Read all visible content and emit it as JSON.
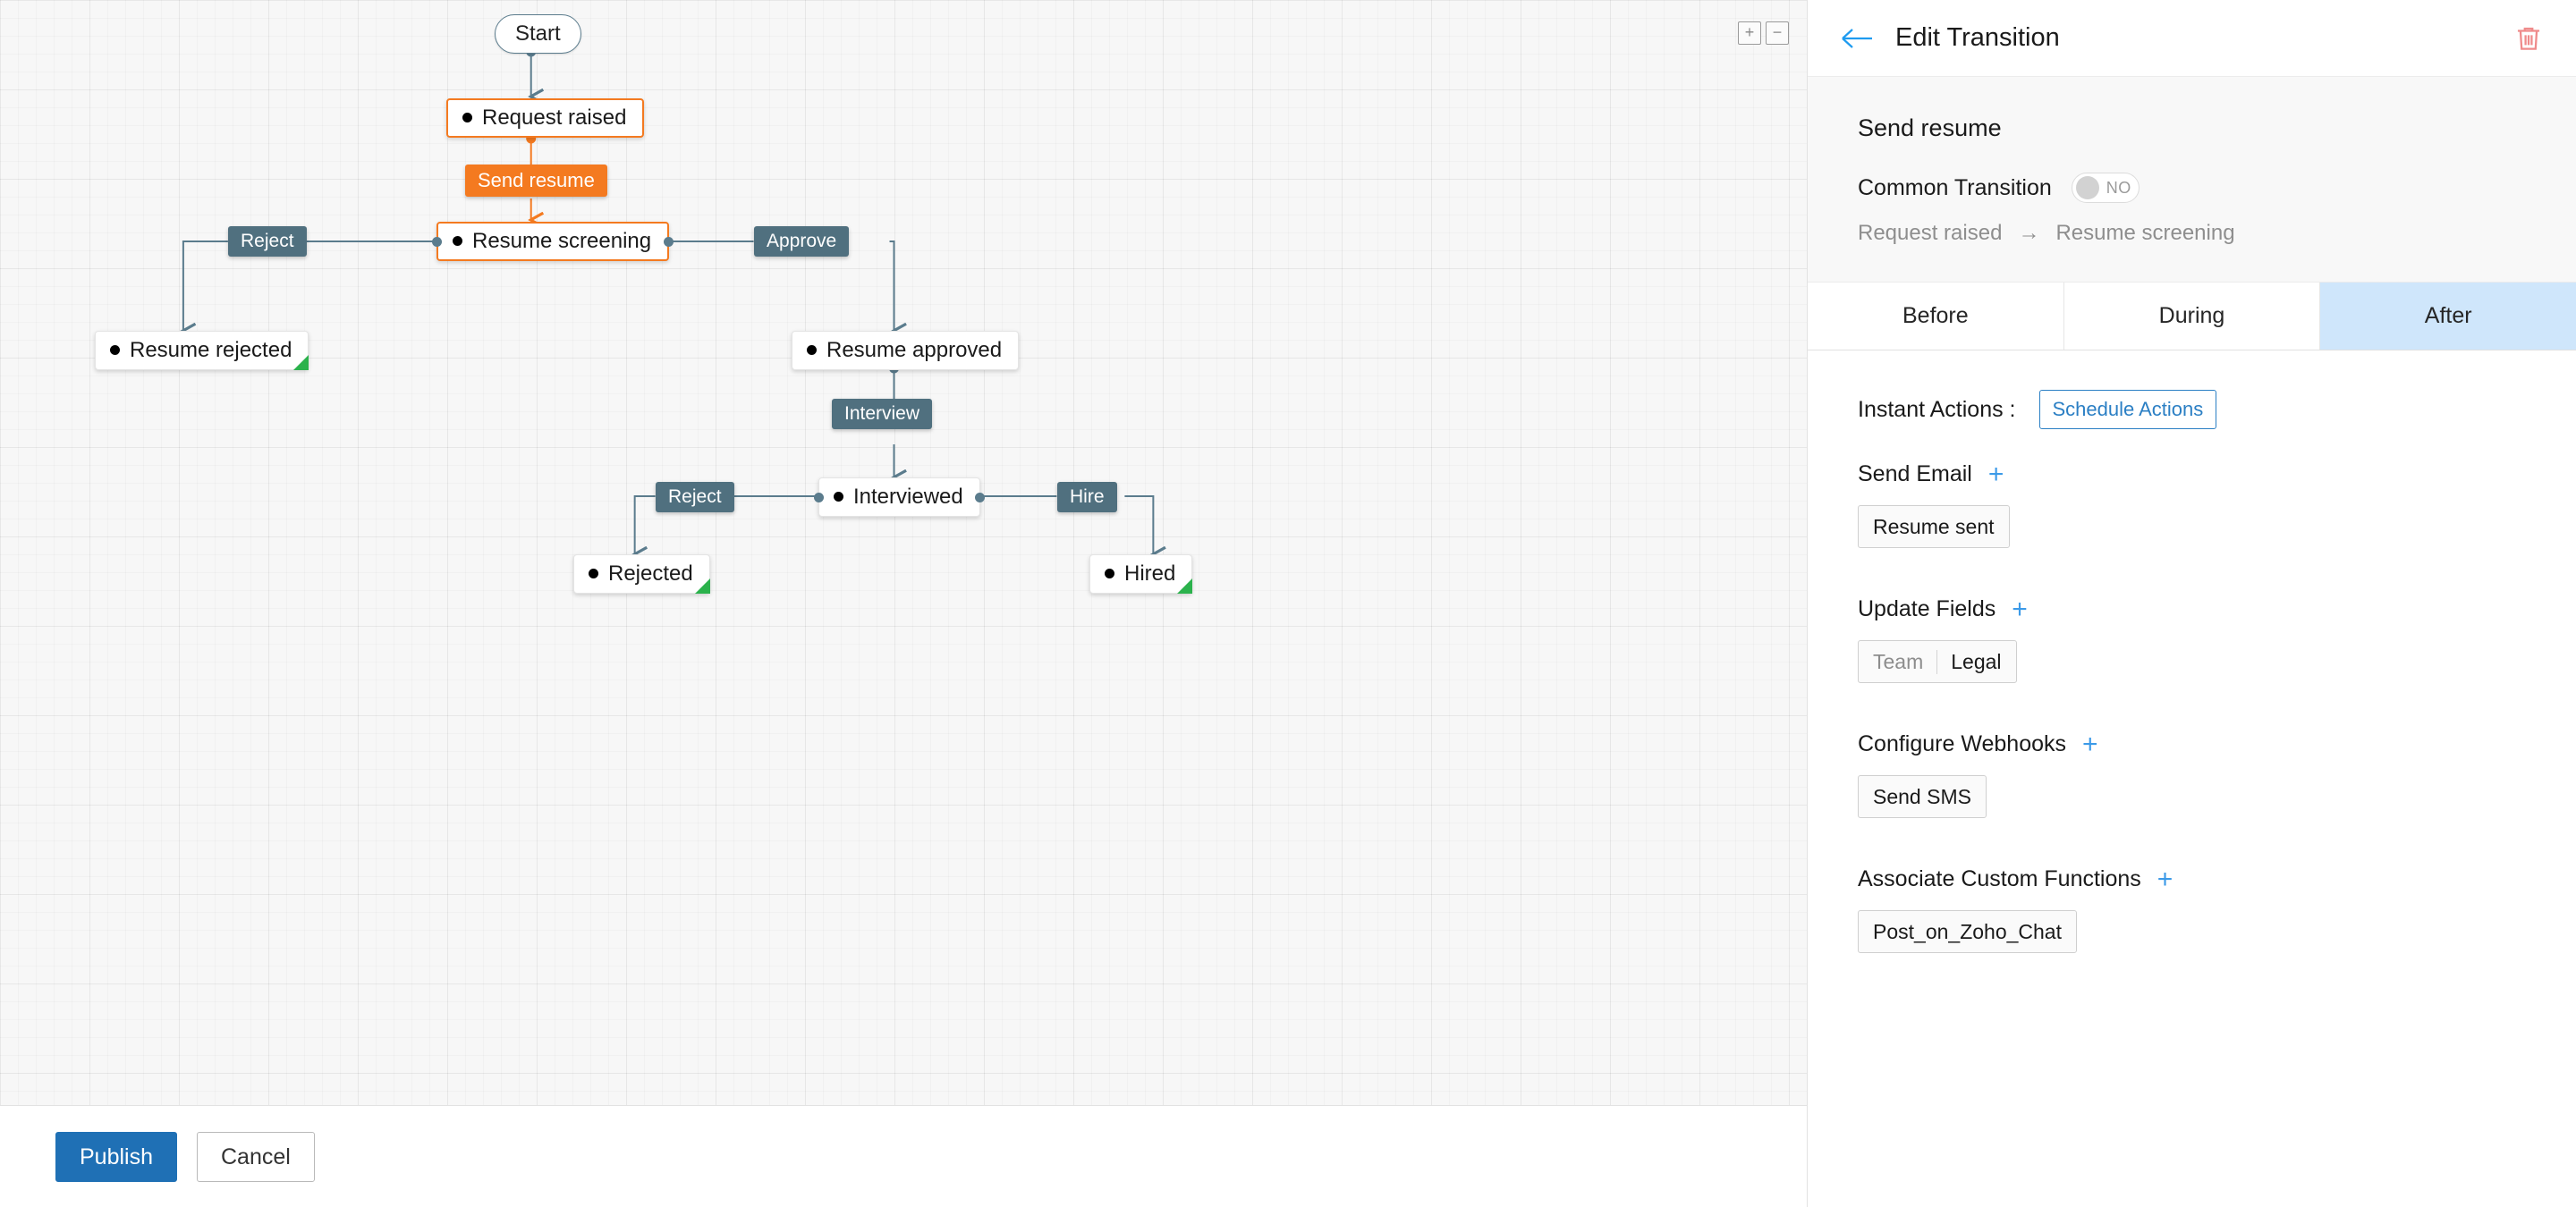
{
  "canvas": {
    "zoom_in_label": "+",
    "zoom_out_label": "−",
    "states": [
      {
        "id": "start",
        "label": "Start",
        "kind": "start"
      },
      {
        "id": "request_raised",
        "label": "Request raised",
        "kind": "state-selected"
      },
      {
        "id": "resume_screening",
        "label": "Resume screening",
        "kind": "state-selected"
      },
      {
        "id": "resume_rejected",
        "label": "Resume rejected",
        "kind": "state-terminal"
      },
      {
        "id": "resume_approved",
        "label": "Resume approved",
        "kind": "state"
      },
      {
        "id": "interviewed",
        "label": "Interviewed",
        "kind": "state"
      },
      {
        "id": "rejected",
        "label": "Rejected",
        "kind": "state-terminal"
      },
      {
        "id": "hired",
        "label": "Hired",
        "kind": "state-terminal"
      }
    ],
    "transitions": [
      {
        "id": "send_resume",
        "label": "Send resume",
        "selected": true
      },
      {
        "id": "reject_1",
        "label": "Reject",
        "selected": false
      },
      {
        "id": "approve",
        "label": "Approve",
        "selected": false
      },
      {
        "id": "interview",
        "label": "Interview",
        "selected": false
      },
      {
        "id": "reject_2",
        "label": "Reject",
        "selected": false
      },
      {
        "id": "hire",
        "label": "Hire",
        "selected": false
      }
    ],
    "footer": {
      "publish_label": "Publish",
      "cancel_label": "Cancel"
    },
    "colors": {
      "selected_orange": "#f47a20",
      "transition_teal": "#50707f",
      "terminal_green": "#2bb24c",
      "publish_blue": "#1f70b5"
    }
  },
  "panel": {
    "title": "Edit Transition",
    "transition_name": "Send resume",
    "common_transition": {
      "label": "Common Transition",
      "value": "NO",
      "enabled": false
    },
    "flow": {
      "from": "Request raised",
      "arrow": "→",
      "to": "Resume screening"
    },
    "tabs": [
      {
        "id": "before",
        "label": "Before",
        "active": false
      },
      {
        "id": "during",
        "label": "During",
        "active": false
      },
      {
        "id": "after",
        "label": "After",
        "active": true
      }
    ],
    "instant_actions": {
      "label": "Instant Actions :",
      "schedule_button": "Schedule Actions"
    },
    "sections": [
      {
        "id": "send_email",
        "title": "Send Email",
        "add": "+",
        "chip": {
          "type": "simple",
          "text": "Resume sent"
        }
      },
      {
        "id": "update_fields",
        "title": "Update Fields",
        "add": "+",
        "chip": {
          "type": "kv",
          "key": "Team",
          "value": "Legal"
        }
      },
      {
        "id": "configure_webhooks",
        "title": "Configure Webhooks",
        "add": "+",
        "chip": {
          "type": "simple",
          "text": "Send SMS"
        }
      },
      {
        "id": "custom_functions",
        "title": "Associate Custom Functions",
        "add": "+",
        "chip": {
          "type": "simple",
          "text": "Post_on_Zoho_Chat"
        }
      }
    ],
    "colors": {
      "accent_blue": "#2b7fc4",
      "tab_active_bg": "#cfe6fb",
      "delete_red": "#ef8b8b"
    }
  }
}
